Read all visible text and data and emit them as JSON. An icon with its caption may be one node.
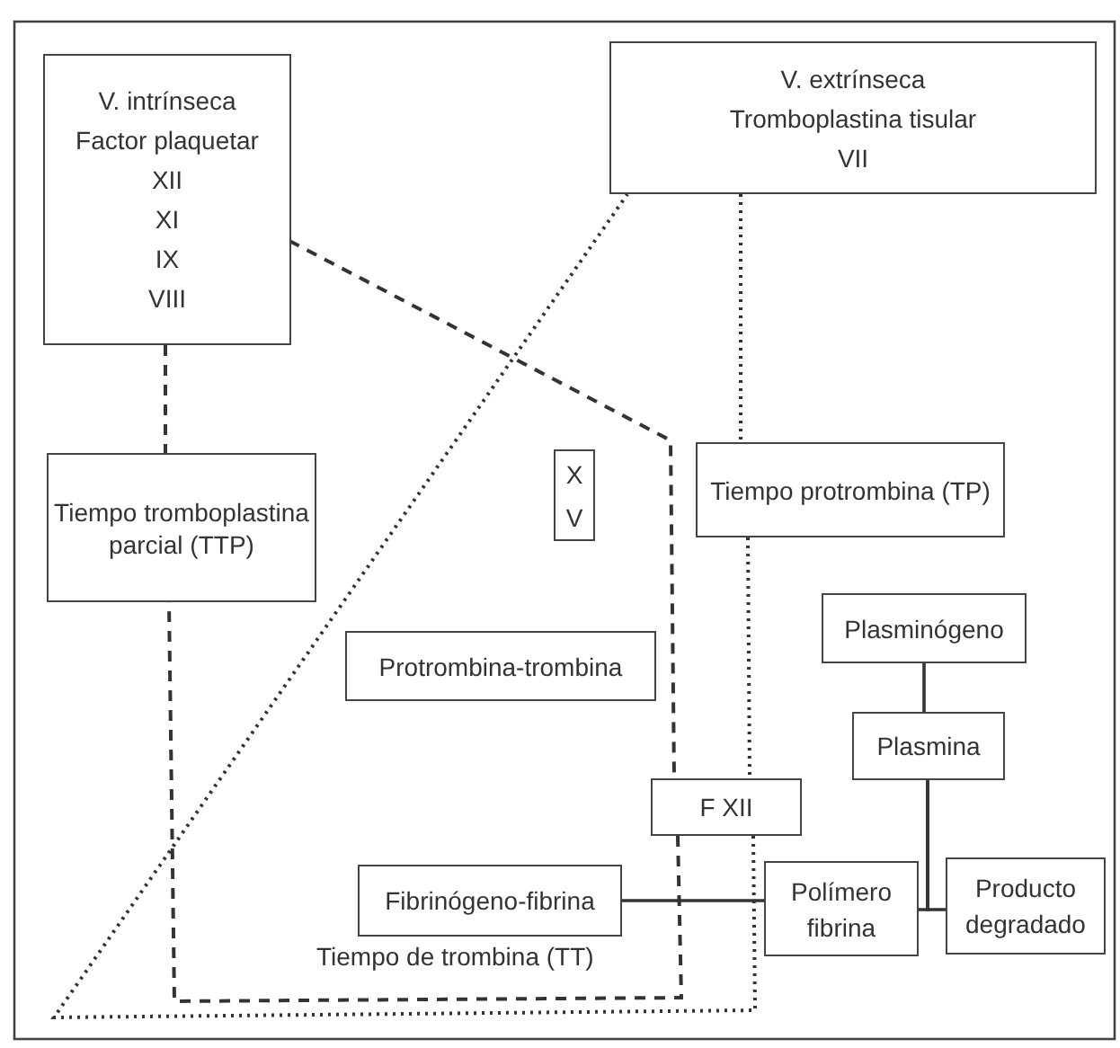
{
  "diagram": {
    "nodes": [
      {
        "text": [
          "V. intrínseca",
          "Factor plaquetar",
          "XII",
          "XI",
          "IX",
          "VIII"
        ]
      },
      {
        "text": [
          "V. extrínseca",
          "Tromboplastina tisular",
          "VII"
        ]
      },
      {
        "text": [
          "Tiempo tromboplastina parcial (TTP)"
        ]
      },
      {
        "text": [
          "X",
          "V"
        ]
      },
      {
        "text": [
          "Tiempo protrombina (TP)"
        ]
      },
      {
        "text": [
          "Protrombina-trombina"
        ]
      },
      {
        "text": [
          "Plasminógeno"
        ]
      },
      {
        "text": [
          "Plasmina"
        ]
      },
      {
        "text": [
          "F XII"
        ]
      },
      {
        "text": [
          "Fibrinógeno-fibrina"
        ]
      },
      {
        "text": [
          "Polímero fibrina"
        ]
      },
      {
        "text": [
          "Producto degradado"
        ]
      }
    ],
    "edges": [
      {
        "from": 0,
        "to": 2,
        "arrow": "none",
        "style": "dashed"
      },
      {
        "from": 0,
        "to": 8,
        "arrow": "none",
        "style": "dashed"
      },
      {
        "from": 8,
        "to": 2,
        "arrow": "none",
        "style": "dashed"
      },
      {
        "from": 1,
        "to": 4,
        "arrow": "none",
        "style": "dashed"
      },
      {
        "from": 4,
        "to": 8,
        "arrow": "none",
        "style": "dashed"
      },
      {
        "from": 8,
        "to": 1,
        "arrow": "none",
        "style": "dashed"
      },
      {
        "from": 9,
        "to": 10,
        "arrow": "none"
      },
      {
        "from": 6,
        "to": 7,
        "arrow": "none"
      },
      {
        "from": 7,
        "to": 10,
        "arrow": "none"
      },
      {
        "from": 7,
        "to": 11,
        "arrow": "none"
      }
    ],
    "labels": [
      "Tiempo de trombina (TT)"
    ]
  }
}
